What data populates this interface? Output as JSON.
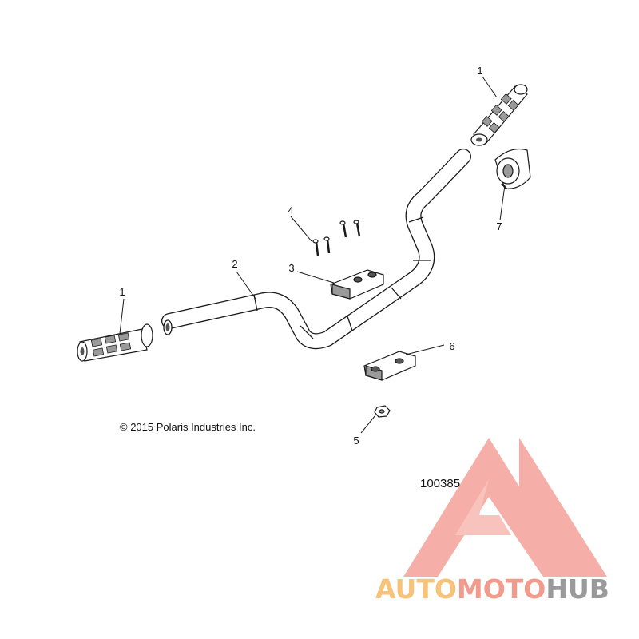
{
  "callouts": {
    "grip_right": "1",
    "grip_left": "1",
    "handlebar": "2",
    "upper_clamp": "3",
    "bolts": "4",
    "nut": "5",
    "lower_clamp": "6",
    "pad": "7"
  },
  "copyright": "© 2015 Polaris Industries Inc.",
  "figure_id": "100385",
  "watermark": {
    "part1": "AUTO",
    "part2": "MOTO",
    "part3": "HUB",
    "color_auto": "#f7c27a",
    "color_moto": "#f29a8c",
    "color_hub": "#9a9a9a",
    "logo_color": "#f4a19a"
  },
  "colors": {
    "line": "#1a1a1a",
    "part_fill": "#ffffff",
    "shade": "#9a9a9a"
  }
}
